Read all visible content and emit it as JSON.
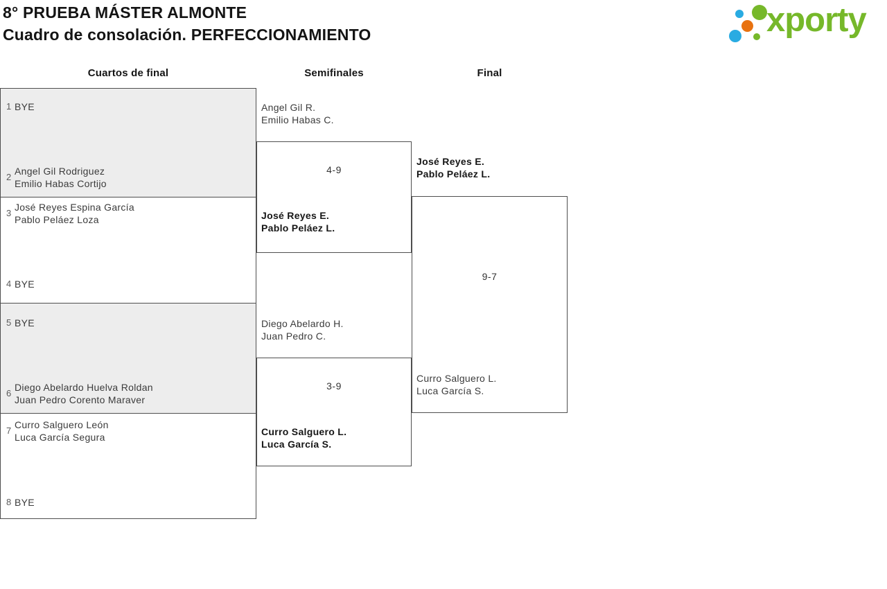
{
  "header": {
    "title_line1": "8° PRUEBA MÁSTER ALMONTE",
    "title_line2": "Cuadro de consolación. PERFECCIONAMIENTO"
  },
  "logo": {
    "text": "xporty"
  },
  "columns": [
    {
      "label": "Cuartos de final"
    },
    {
      "label": "Semifinales"
    },
    {
      "label": "Final"
    }
  ],
  "colors": {
    "accent_green": "#76b82a",
    "accent_blue": "#29abe2",
    "accent_orange": "#e87210",
    "box_border": "#4e4e4e",
    "shaded_box_bg": "#ededed",
    "text_normal": "#3b3b3b",
    "text_bold": "#161616",
    "seed_color": "#5a5a5a",
    "score_color": "#333333"
  },
  "bracket": {
    "quarterfinals": [
      {
        "shaded": true,
        "top": {
          "seed": "1",
          "lines": [
            "BYE"
          ]
        },
        "bottom": {
          "seed": "2",
          "lines": [
            "Angel Gil Rodriguez",
            "Emilio Habas Cortijo"
          ]
        }
      },
      {
        "shaded": false,
        "top": {
          "seed": "3",
          "lines": [
            "José Reyes Espina García",
            "Pablo Peláez Loza"
          ]
        },
        "bottom": {
          "seed": "4",
          "lines": [
            "BYE"
          ]
        }
      },
      {
        "shaded": true,
        "top": {
          "seed": "5",
          "lines": [
            "BYE"
          ]
        },
        "bottom": {
          "seed": "6",
          "lines": [
            "Diego Abelardo Huelva Roldan",
            "Juan Pedro Corento Maraver"
          ]
        }
      },
      {
        "shaded": false,
        "top": {
          "seed": "7",
          "lines": [
            "Curro Salguero León",
            "Luca García Segura"
          ]
        },
        "bottom": {
          "seed": "8",
          "lines": [
            "BYE"
          ]
        }
      }
    ],
    "semifinals": [
      {
        "top": {
          "lines": [
            "Angel Gil R.",
            "Emilio Habas C."
          ],
          "bold": false
        },
        "score": "4-9",
        "bottom": {
          "lines": [
            "José Reyes E.",
            "Pablo Peláez L."
          ],
          "bold": true
        }
      },
      {
        "top": {
          "lines": [
            "Diego Abelardo H.",
            "Juan Pedro C."
          ],
          "bold": false
        },
        "score": "3-9",
        "bottom": {
          "lines": [
            "Curro Salguero L.",
            "Luca García S."
          ],
          "bold": true
        }
      }
    ],
    "final": {
      "top": {
        "lines": [
          "José Reyes E.",
          "Pablo Peláez L."
        ],
        "bold": true
      },
      "score": "9-7",
      "bottom": {
        "lines": [
          "Curro Salguero L.",
          "Luca García S."
        ],
        "bold": false
      }
    }
  }
}
